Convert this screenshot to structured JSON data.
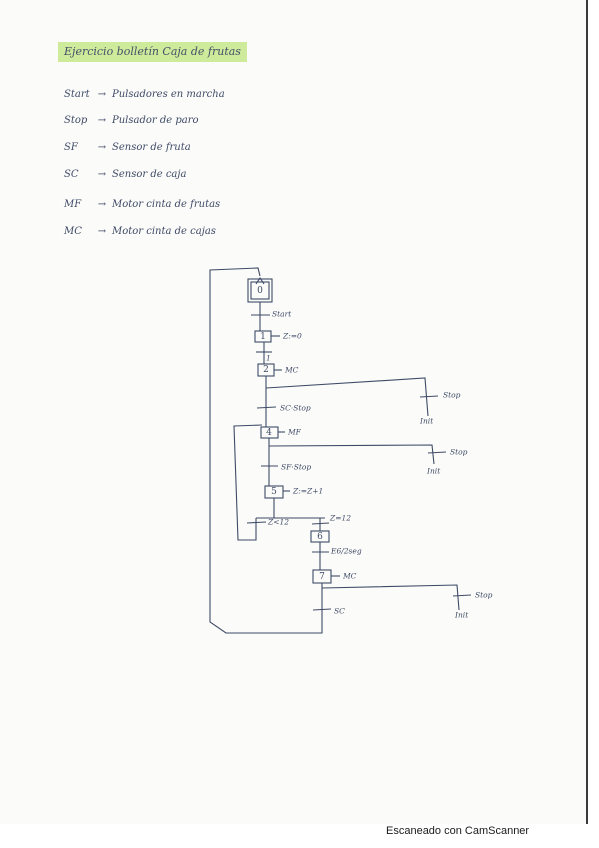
{
  "title": "Ejercicio bolletín Caja de frutas",
  "legend": [
    {
      "key": "Start",
      "desc": "Pulsadores en marcha"
    },
    {
      "key": "Stop",
      "desc": "Pulsador de paro"
    },
    {
      "key": "SF",
      "desc": "Sensor de fruta"
    },
    {
      "key": "SC",
      "desc": "Sensor de caja"
    },
    {
      "key": "MF",
      "desc": "Motor cinta de frutas"
    },
    {
      "key": "MC",
      "desc": "Motor cinta de cajas"
    }
  ],
  "legend_arrow": "→",
  "diagram": {
    "steps": {
      "s0": "0",
      "s1": "1",
      "s2": "2",
      "s4": "4",
      "s5": "5",
      "s6": "6",
      "s7": "7"
    },
    "actions": {
      "s1": "Z:=0",
      "s2": "MC",
      "s4": "MF",
      "s5": "Z:=Z+1",
      "s7": "MC"
    },
    "transitions": {
      "t0": "Start",
      "t1": "1",
      "t2": "SC·Stop",
      "t4": "SF·Stop",
      "t5a": "Z<12",
      "t5b": "Z=12",
      "t6": "E6/2seg",
      "t7": "SC"
    },
    "branches": {
      "stop1": "Stop",
      "init1": "Init",
      "stop2": "Stop",
      "init2": "Init",
      "stop3": "Stop",
      "init3": "Init"
    }
  },
  "footer": "Escaneado con CamScanner"
}
